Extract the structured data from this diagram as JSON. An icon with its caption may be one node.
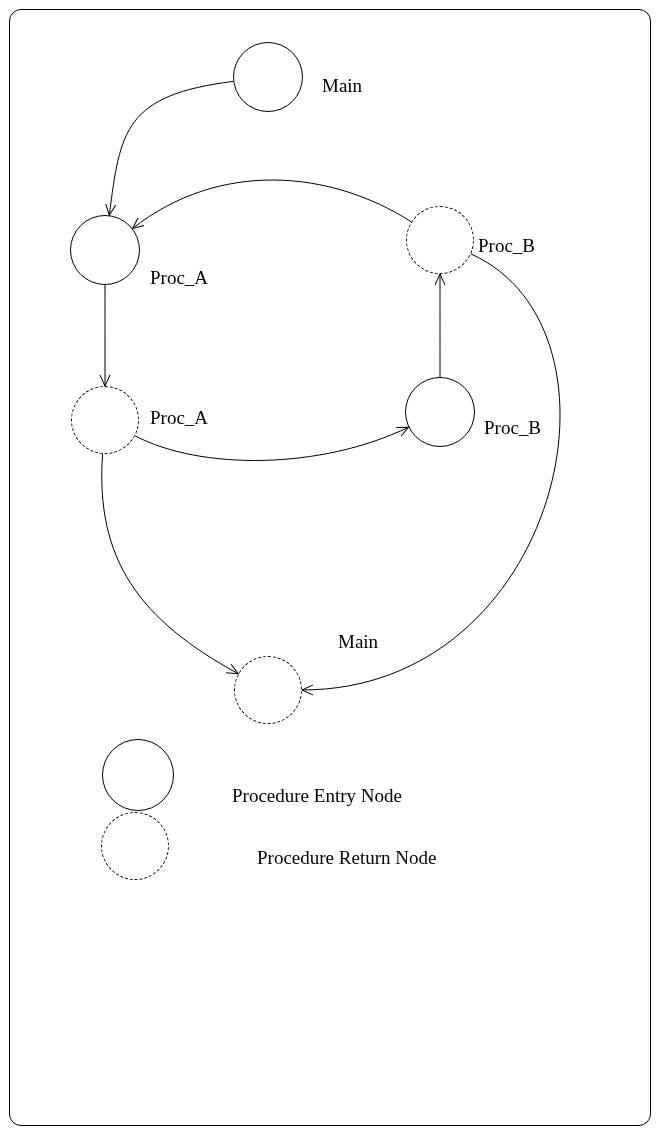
{
  "diagram": {
    "nodes": [
      {
        "text": [],
        "shape": "circle",
        "beside": [
          "Main"
        ]
      },
      {
        "text": [],
        "shape": "circle",
        "beside": [
          "Proc_A"
        ]
      },
      {
        "text": [],
        "shape": "dashed-circle",
        "beside": [
          "Proc_B"
        ]
      },
      {
        "text": [],
        "shape": "dashed-circle",
        "beside": [
          "Proc_A"
        ]
      },
      {
        "text": [],
        "shape": "circle",
        "beside": [
          "Proc_B"
        ]
      },
      {
        "text": [],
        "shape": "dashed-circle",
        "beside": [
          "Main"
        ]
      }
    ],
    "edges": [
      {
        "from": 0,
        "to": 1,
        "arrow": "to"
      },
      {
        "from": 2,
        "to": 1,
        "arrow": "to"
      },
      {
        "from": 1,
        "to": 3,
        "arrow": "to"
      },
      {
        "from": 3,
        "to": 4,
        "arrow": "to"
      },
      {
        "from": 4,
        "to": 2,
        "arrow": "to"
      },
      {
        "from": 3,
        "to": 5,
        "arrow": "to"
      },
      {
        "from": 2,
        "to": 5,
        "arrow": "to"
      }
    ],
    "legend": [
      {
        "text": "Procedure Entry Node"
      },
      {
        "text": "Procedure Return Node"
      }
    ]
  }
}
